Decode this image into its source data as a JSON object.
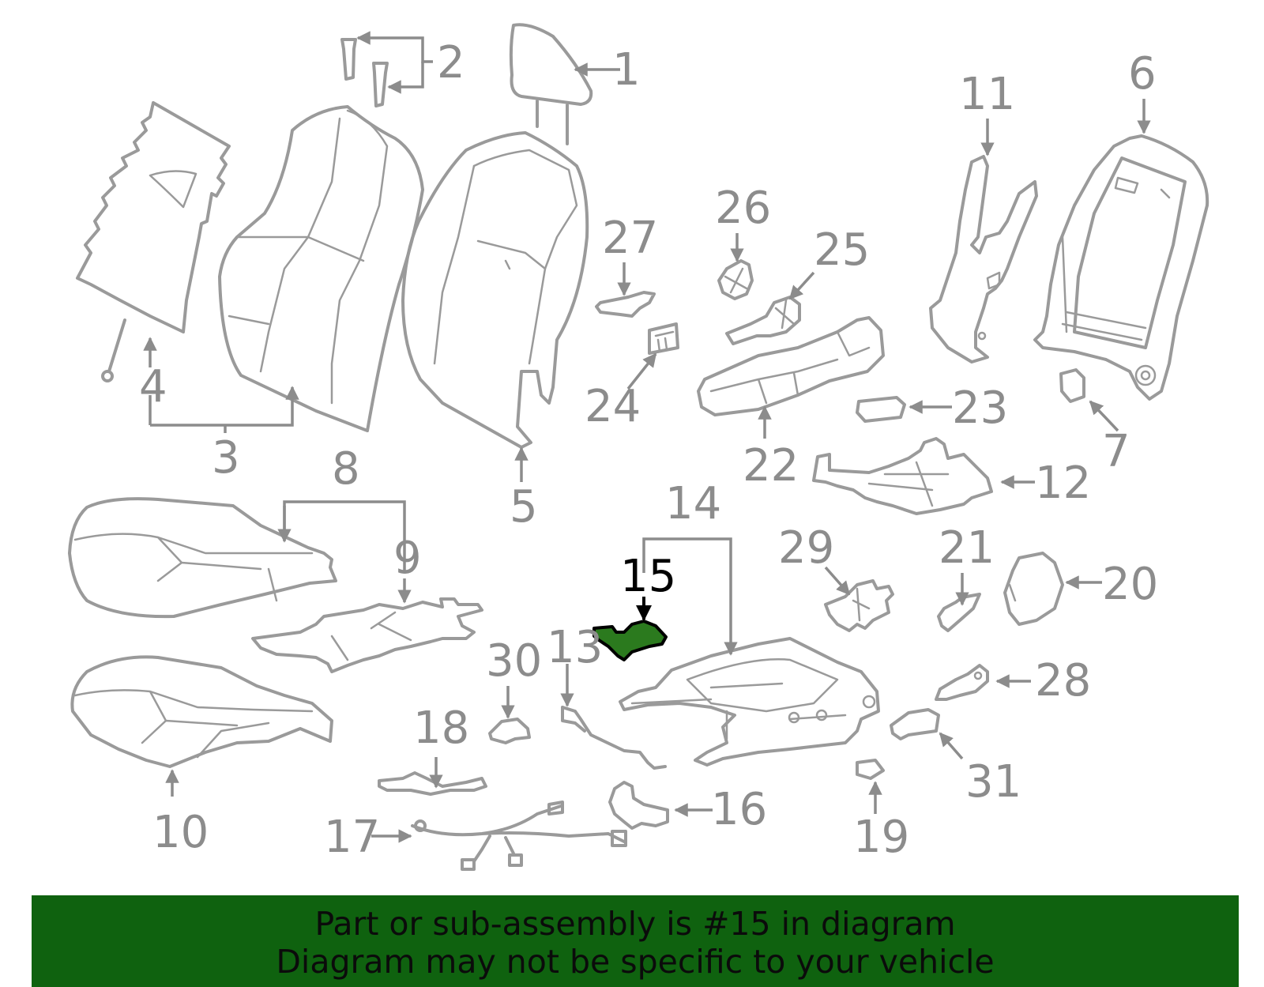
{
  "highlight_color": "#2b7a1e",
  "banner_color": "#0f620f",
  "callouts": {
    "c1": "1",
    "c2": "2",
    "c3": "3",
    "c4": "4",
    "c5": "5",
    "c6": "6",
    "c7": "7",
    "c8": "8",
    "c9": "9",
    "c10": "10",
    "c11": "11",
    "c12": "12",
    "c13": "13",
    "c14": "14",
    "c15": "15",
    "c16": "16",
    "c17": "17",
    "c18": "18",
    "c19": "19",
    "c20": "20",
    "c21": "21",
    "c22": "22",
    "c23": "23",
    "c24": "24",
    "c25": "25",
    "c26": "26",
    "c27": "27",
    "c28": "28",
    "c29": "29",
    "c30": "30",
    "c31": "31"
  },
  "banner": {
    "line1": "Part or sub-assembly is #15 in diagram",
    "line2": "Diagram may not be specific to your vehicle"
  }
}
